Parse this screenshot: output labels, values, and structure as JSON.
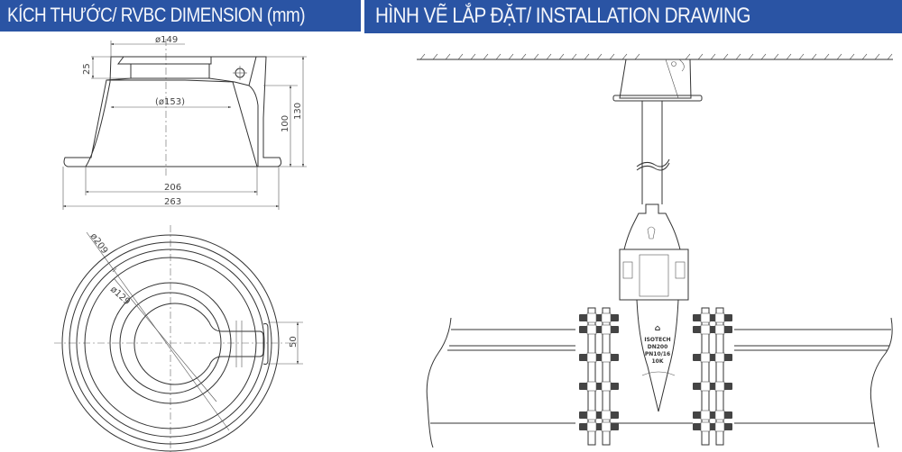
{
  "headers": {
    "dimension_title": "KÍCH THƯỚC/ RVBC DIMENSION (mm)",
    "installation_title": "HÌNH VẼ LẮP ĐẶT/ INSTALLATION DRAWING"
  },
  "colors": {
    "header_band": "#2a54a4",
    "header_text": "#f4f6fb",
    "line": "#333333",
    "background": "#ffffff"
  },
  "side_view": {
    "dimensions": {
      "top_diameter": "ø149",
      "inner_diameter": "(ø153)",
      "flange_height": "25",
      "body_height": "100",
      "total_height": "130",
      "bottom_inner_width": "206",
      "bottom_outer_width": "263"
    }
  },
  "top_view": {
    "dimensions": {
      "outer_diameter": "ø209",
      "inner_diameter": "ø129",
      "slot_width": "50"
    }
  },
  "installation": {
    "valve_marking": {
      "line1": "ISOTECH",
      "line2": "DN200",
      "line3": "PN10/16",
      "line4": "10K"
    }
  }
}
